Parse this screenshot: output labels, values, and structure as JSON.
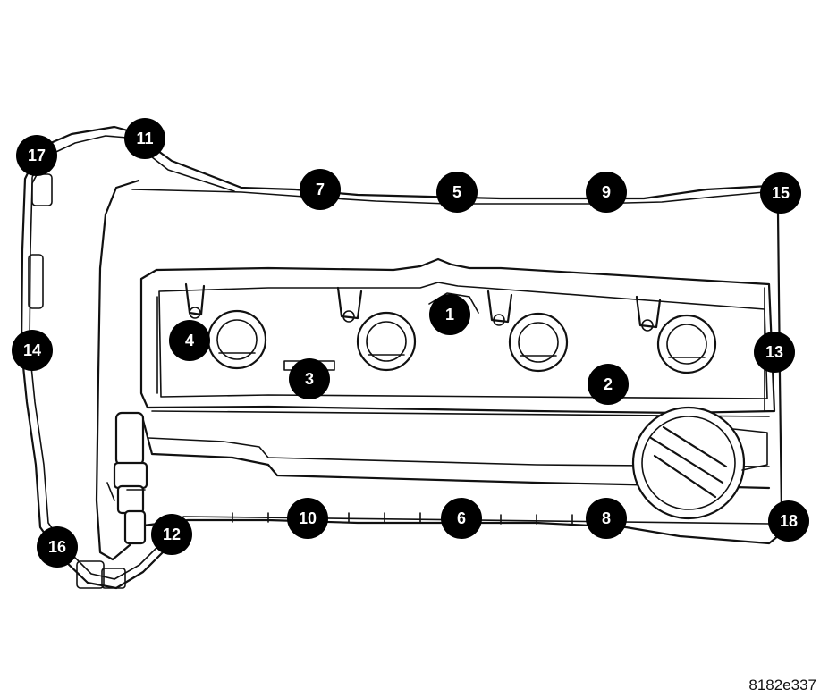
{
  "figure_id": "8182e337",
  "callouts": [
    {
      "label": "1"
    },
    {
      "label": "2"
    },
    {
      "label": "3"
    },
    {
      "label": "4"
    },
    {
      "label": "5"
    },
    {
      "label": "6"
    },
    {
      "label": "7"
    },
    {
      "label": "8"
    },
    {
      "label": "9"
    },
    {
      "label": "10"
    },
    {
      "label": "11"
    },
    {
      "label": "12"
    },
    {
      "label": "13"
    },
    {
      "label": "14"
    },
    {
      "label": "15"
    },
    {
      "label": "16"
    },
    {
      "label": "17"
    },
    {
      "label": "18"
    }
  ]
}
